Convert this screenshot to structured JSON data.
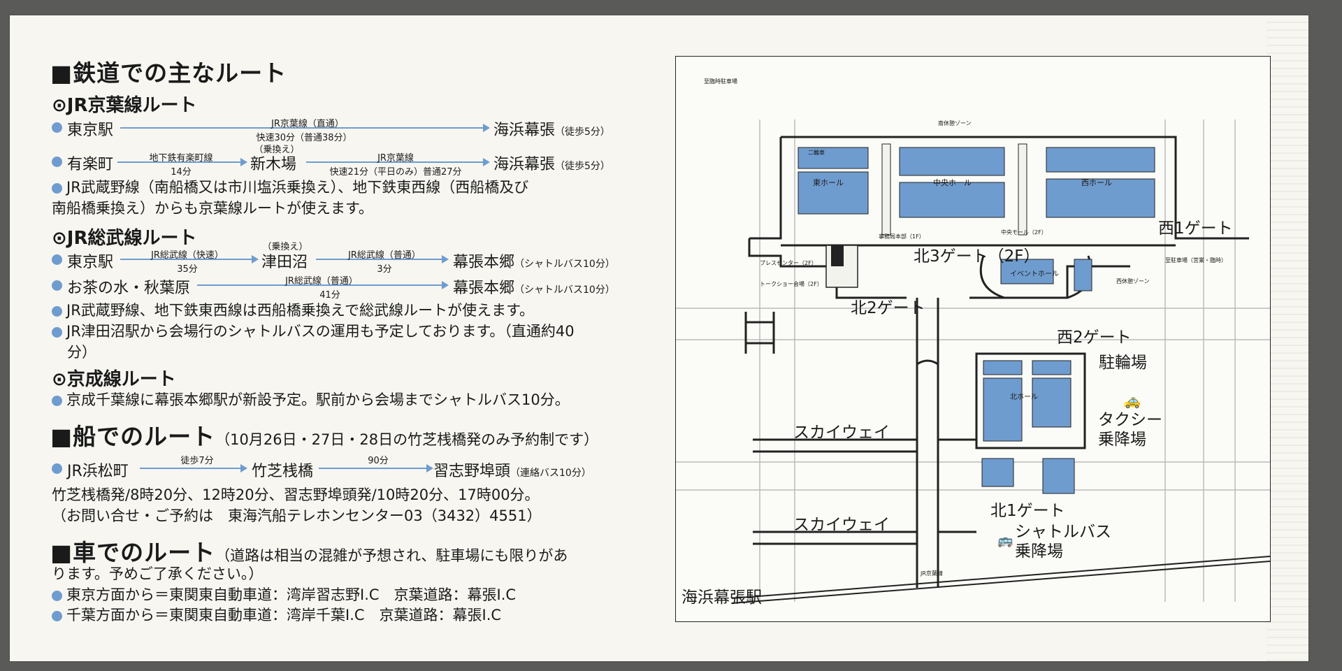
{
  "rail": {
    "title": "■鉄道での主なルート",
    "keiyo": {
      "title": "⊙JR京葉線ルート",
      "r1": {
        "from": "東京駅",
        "line": "JR京葉線（直通）",
        "time": "快速30分（普通38分）",
        "to": "海浜幕張",
        "note": "（徒歩5分）"
      },
      "r2": {
        "from": "有楽町",
        "line1": "地下鉄有楽町線",
        "time1": "14分",
        "transfer": "（乗換え）",
        "mid": "新木場",
        "line2": "JR京葉線",
        "time2": "快速21分（平日のみ）普通27分",
        "to": "海浜幕張",
        "note": "（徒歩5分）"
      },
      "n1": "JR武蔵野線（南船橋又は市川塩浜乗換え）、地下鉄東西線（西船橋及び",
      "n2": "南船橋乗換え）からも京葉線ルートが使えます。"
    },
    "sobu": {
      "title": "⊙JR総武線ルート",
      "r1": {
        "from": "東京駅",
        "line1": "JR総武線（快速）",
        "time1": "35分",
        "transfer": "（乗換え）",
        "mid": "津田沼",
        "line2": "JR総武線（普通）",
        "time2": "3分",
        "to": "幕張本郷",
        "note": "（シャトルバス10分）"
      },
      "r2": {
        "from": "お茶の水・秋葉原",
        "line": "JR総武線（普通）",
        "time": "41分",
        "to": "幕張本郷",
        "note": "（シャトルバス10分）"
      },
      "n1": "JR武蔵野線、地下鉄東西線は西船橋乗換えで総武線ルートが使えます。",
      "n2": "JR津田沼駅から会場行のシャトルバスの運用も予定しております。（直通約40",
      "n3": "分）"
    },
    "keisei": {
      "title": "⊙京成線ルート",
      "n1": "京成千葉線に幕張本郷駅が新設予定。駅前から会場までシャトルバス10分。"
    }
  },
  "ship": {
    "title": "■船でのルート",
    "subtitle": "（10月26日・27日・28日の竹芝桟橋発のみ予約制です）",
    "r": {
      "from": "JR浜松町",
      "line1": "徒歩7分",
      "mid": "竹芝桟橋",
      "line2": "90分",
      "to": "習志野埠頭",
      "note": "（連絡バス10分）"
    },
    "n1": "竹芝桟橋発/8時20分、12時20分、習志野埠頭発/10時20分、17時00分。",
    "n2": "（お問い合せ・ご予約は　東海汽船テレホンセンター03（3432）4551）"
  },
  "car": {
    "title": "■車でのルート",
    "subtitle": "（道路は相当の混雑が予想され、駐車場にも限りがあ",
    "subtitle2": "ります。予めご了承ください。）",
    "n1": "東京方面から＝東関東自動車道：湾岸習志野I.C　京葉道路：幕張I.C",
    "n2": "千葉方面から＝東関東自動車道：湾岸千葉I.C　京葉道路：幕張I.C"
  },
  "map": {
    "west_gate1": "西1ゲート",
    "north_gate3": "北3ゲート（2F）",
    "north_gate2": "北2ゲート",
    "west_gate2": "西2ゲート",
    "bicycle": "駐輪場",
    "taxi1": "タクシー",
    "taxi2": "乗降場",
    "skyway1": "スカイウェイ",
    "skyway2": "スカイウェイ",
    "north_gate1": "北1ゲート",
    "shuttle1": "シャトルバス",
    "shuttle2": "乗降場",
    "station": "海浜幕張駅",
    "east_hall": "東ホール",
    "central_hall": "中央ホール",
    "west_hall": "西ホール",
    "north_hall": "北ホール",
    "event_hall": "イベントホール",
    "two_wheel": "二輪車",
    "press": "プレスセンター（2F）",
    "talkshow": "トークショー会場（2F）",
    "mall": "中央モール（2F）",
    "office": "事務局本部（1F）",
    "jr_label": "JR京葉線",
    "south_zone": "南休憩ゾーン",
    "west_zone": "西休憩ゾーン",
    "parking": "至駐車場（営業・臨時）",
    "guide": "至臨時駐車場"
  },
  "colors": {
    "accent": "#6f9ccf",
    "hall": "#6f9ccf"
  }
}
